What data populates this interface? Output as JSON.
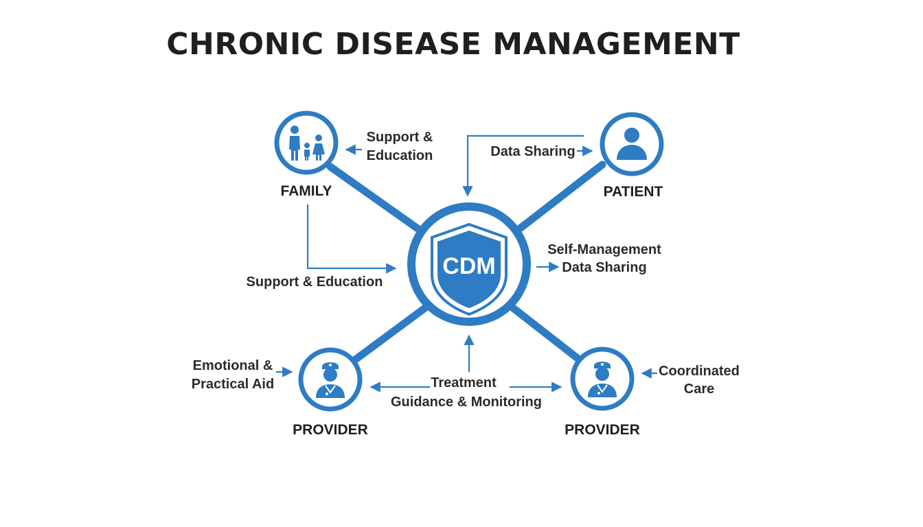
{
  "title": "CHRONIC DISEASE MANAGEMENT",
  "colors": {
    "accent": "#2e7cc3",
    "text": "#1f1f1f",
    "background": "#ffffff"
  },
  "center": {
    "label": "CDM",
    "icon": "shield-icon"
  },
  "nodes": {
    "family": {
      "label": "FAMILY",
      "icon": "family-icon"
    },
    "patient": {
      "label": "PATIENT",
      "icon": "person-icon"
    },
    "provider_left": {
      "label": "PROVIDER",
      "icon": "doctor-icon"
    },
    "provider_right": {
      "label": "PROVIDER",
      "icon": "doctor-icon"
    }
  },
  "flows": {
    "support_education_top": [
      "Support &",
      "Education"
    ],
    "data_sharing_top": "Data Sharing",
    "support_education_left": "Support & Education",
    "self_management": [
      "Self-Management",
      "Data Sharing"
    ],
    "emotional_aid": [
      "Emotional &",
      "Practical Aid"
    ],
    "treatment": [
      "Treatment",
      "Guidance & Monitoring"
    ],
    "coordinated_care": [
      "Coordinated",
      "Care"
    ]
  }
}
